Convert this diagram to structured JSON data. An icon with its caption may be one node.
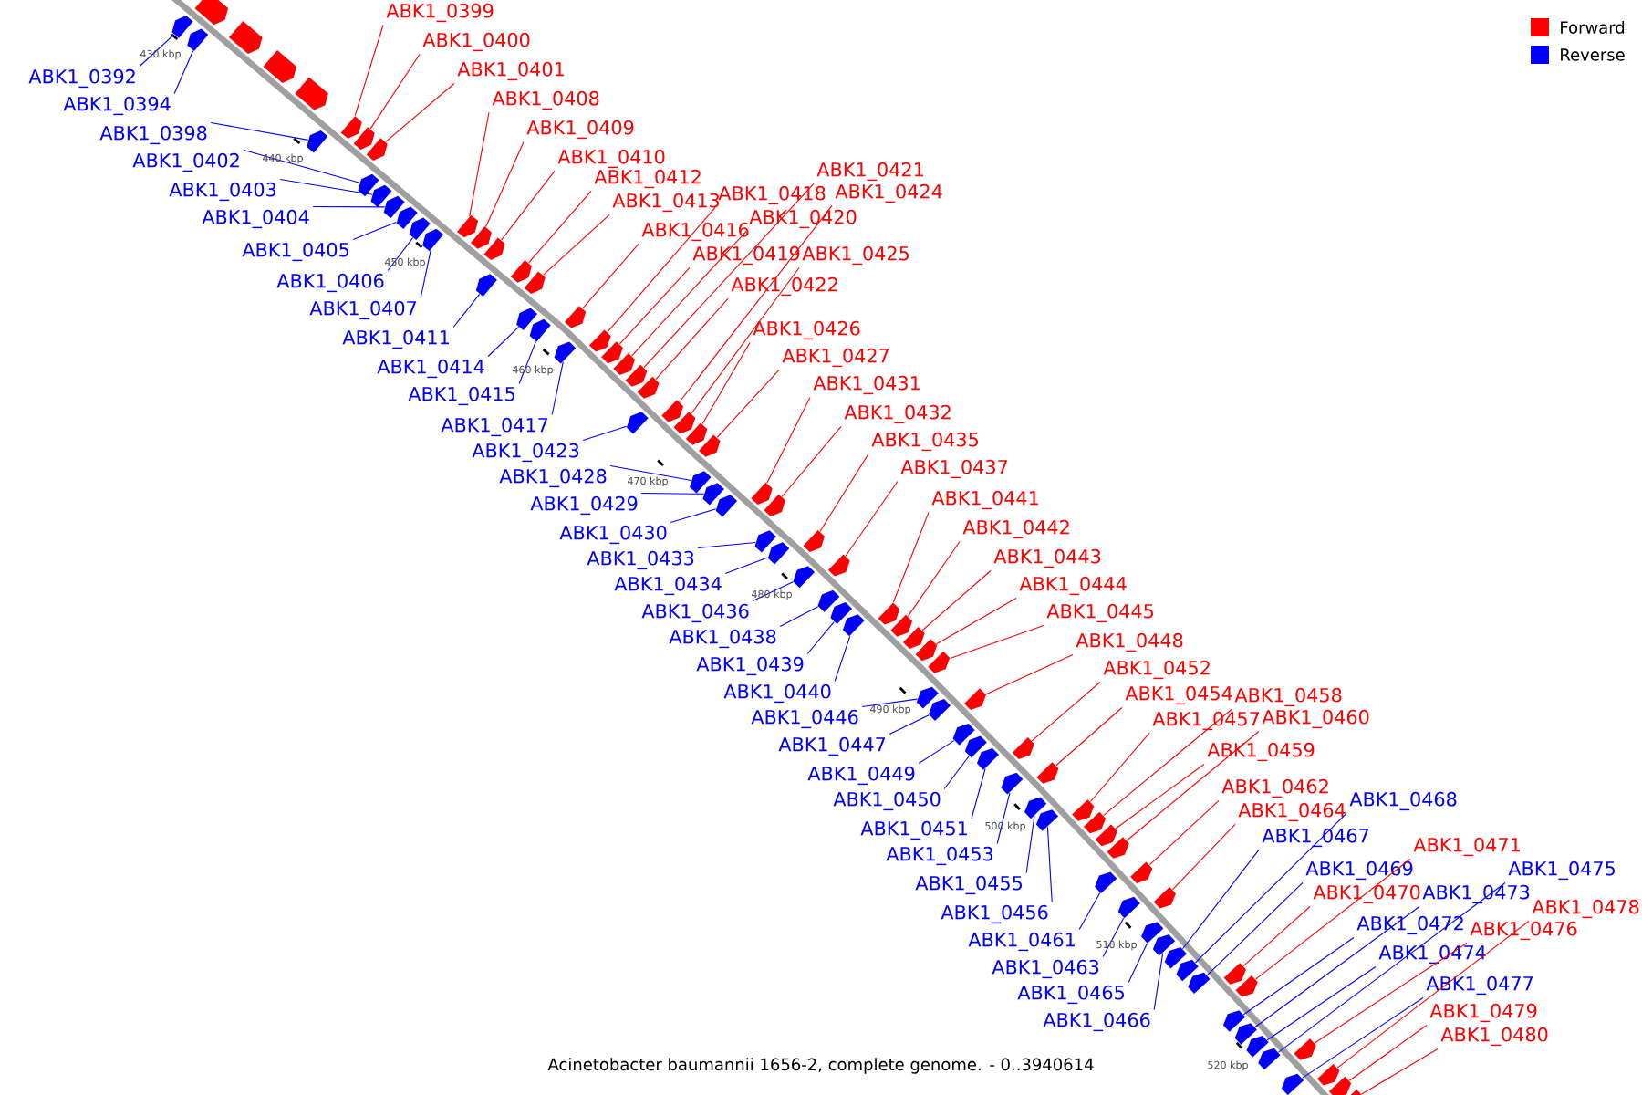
{
  "diagram": {
    "caption": "Acinetobacter baumannii 1656-2, complete genome. - 0..3940614",
    "nodes": [
      {
        "text": [
          "ABK1_0392"
        ]
      },
      {
        "text": [
          "ABK1_0394"
        ]
      },
      {
        "text": [
          "ABK1_0398"
        ]
      },
      {
        "text": [
          "ABK1_0399"
        ]
      },
      {
        "text": [
          "ABK1_0400"
        ]
      },
      {
        "text": [
          "ABK1_0401"
        ]
      },
      {
        "text": [
          "ABK1_0402"
        ]
      },
      {
        "text": [
          "ABK1_0403"
        ]
      },
      {
        "text": [
          "ABK1_0404"
        ]
      },
      {
        "text": [
          "ABK1_0405"
        ]
      },
      {
        "text": [
          "ABK1_0406"
        ]
      },
      {
        "text": [
          "ABK1_0407"
        ]
      },
      {
        "text": [
          "ABK1_0408"
        ]
      },
      {
        "text": [
          "ABK1_0409"
        ]
      },
      {
        "text": [
          "ABK1_0410"
        ]
      },
      {
        "text": [
          "ABK1_0411"
        ]
      },
      {
        "text": [
          "ABK1_0412"
        ]
      },
      {
        "text": [
          "ABK1_0413"
        ]
      },
      {
        "text": [
          "ABK1_0414"
        ]
      },
      {
        "text": [
          "ABK1_0415"
        ]
      },
      {
        "text": [
          "ABK1_0416"
        ]
      },
      {
        "text": [
          "ABK1_0417"
        ]
      },
      {
        "text": [
          "ABK1_0418"
        ]
      },
      {
        "text": [
          "ABK1_0419"
        ]
      },
      {
        "text": [
          "ABK1_0420"
        ]
      },
      {
        "text": [
          "ABK1_0421"
        ]
      },
      {
        "text": [
          "ABK1_0422"
        ]
      },
      {
        "text": [
          "ABK1_0423"
        ]
      },
      {
        "text": [
          "ABK1_0424"
        ]
      },
      {
        "text": [
          "ABK1_0425"
        ]
      },
      {
        "text": [
          "ABK1_0426"
        ]
      },
      {
        "text": [
          "ABK1_0427"
        ]
      },
      {
        "text": [
          "ABK1_0428"
        ]
      },
      {
        "text": [
          "ABK1_0429"
        ]
      },
      {
        "text": [
          "ABK1_0430"
        ]
      },
      {
        "text": [
          "ABK1_0431"
        ]
      },
      {
        "text": [
          "ABK1_0432"
        ]
      },
      {
        "text": [
          "ABK1_0433"
        ]
      },
      {
        "text": [
          "ABK1_0434"
        ]
      },
      {
        "text": [
          "ABK1_0435"
        ]
      },
      {
        "text": [
          "ABK1_0436"
        ]
      },
      {
        "text": [
          "ABK1_0437"
        ]
      },
      {
        "text": [
          "ABK1_0438"
        ]
      },
      {
        "text": [
          "ABK1_0439"
        ]
      },
      {
        "text": [
          "ABK1_0440"
        ]
      },
      {
        "text": [
          "ABK1_0441"
        ]
      },
      {
        "text": [
          "ABK1_0442"
        ]
      },
      {
        "text": [
          "ABK1_0443"
        ]
      },
      {
        "text": [
          "ABK1_0444"
        ]
      },
      {
        "text": [
          "ABK1_0445"
        ]
      },
      {
        "text": [
          "ABK1_0446"
        ]
      },
      {
        "text": [
          "ABK1_0447"
        ]
      },
      {
        "text": [
          "ABK1_0448"
        ]
      },
      {
        "text": [
          "ABK1_0449"
        ]
      },
      {
        "text": [
          "ABK1_0450"
        ]
      },
      {
        "text": [
          "ABK1_0451"
        ]
      },
      {
        "text": [
          "ABK1_0452"
        ]
      },
      {
        "text": [
          "ABK1_0453"
        ]
      },
      {
        "text": [
          "ABK1_0454"
        ]
      },
      {
        "text": [
          "ABK1_0455"
        ]
      },
      {
        "text": [
          "ABK1_0456"
        ]
      },
      {
        "text": [
          "ABK1_0457"
        ]
      },
      {
        "text": [
          "ABK1_0458"
        ]
      },
      {
        "text": [
          "ABK1_0459"
        ]
      },
      {
        "text": [
          "ABK1_0460"
        ]
      },
      {
        "text": [
          "ABK1_0461"
        ]
      },
      {
        "text": [
          "ABK1_0462"
        ]
      },
      {
        "text": [
          "ABK1_0463"
        ]
      },
      {
        "text": [
          "ABK1_0464"
        ]
      },
      {
        "text": [
          "ABK1_0465"
        ]
      },
      {
        "text": [
          "ABK1_0466"
        ]
      },
      {
        "text": [
          "ABK1_0467"
        ]
      },
      {
        "text": [
          "ABK1_0468"
        ]
      },
      {
        "text": [
          "ABK1_0469"
        ]
      },
      {
        "text": [
          "ABK1_0470"
        ]
      },
      {
        "text": [
          "ABK1_0471"
        ]
      },
      {
        "text": [
          "ABK1_0472"
        ]
      },
      {
        "text": [
          "ABK1_0473"
        ]
      },
      {
        "text": [
          "ABK1_0474"
        ]
      },
      {
        "text": [
          "ABK1_0475"
        ]
      },
      {
        "text": [
          "ABK1_0476"
        ]
      },
      {
        "text": [
          "ABK1_0477"
        ]
      },
      {
        "text": [
          "ABK1_0478"
        ]
      },
      {
        "text": [
          "ABK1_0479"
        ]
      },
      {
        "text": [
          "ABK1_0480"
        ]
      },
      {
        "text": [],
        "shape": "arrow"
      },
      {
        "text": [],
        "shape": "arrow"
      },
      {
        "text": [],
        "shape": "arrow"
      },
      {
        "text": [],
        "shape": "arrow"
      },
      {
        "text": [],
        "shape": "arrow"
      },
      {
        "text": [],
        "shape": "arrow"
      },
      {
        "text": [],
        "shape": "arrow"
      },
      {
        "text": [],
        "shape": "arrow"
      },
      {
        "text": [],
        "shape": "arrow"
      },
      {
        "text": [],
        "shape": "arrow"
      },
      {
        "text": [],
        "shape": "arrow"
      },
      {
        "text": [],
        "shape": "arrow"
      },
      {
        "text": [],
        "shape": "arrow"
      },
      {
        "text": [],
        "shape": "arrow"
      },
      {
        "text": [],
        "shape": "arrow"
      },
      {
        "text": [],
        "shape": "arrow"
      },
      {
        "text": [],
        "shape": "arrow"
      },
      {
        "text": [],
        "shape": "arrow"
      },
      {
        "text": [],
        "shape": "arrow"
      },
      {
        "text": [],
        "shape": "arrow"
      },
      {
        "text": [],
        "shape": "arrow"
      },
      {
        "text": [],
        "shape": "arrow"
      },
      {
        "text": [],
        "shape": "arrow"
      },
      {
        "text": [],
        "shape": "arrow"
      },
      {
        "text": [],
        "shape": "arrow"
      },
      {
        "text": [],
        "shape": "arrow"
      },
      {
        "text": [],
        "shape": "arrow"
      },
      {
        "text": [],
        "shape": "arrow"
      },
      {
        "text": [],
        "shape": "arrow"
      },
      {
        "text": [],
        "shape": "arrow"
      },
      {
        "text": [],
        "shape": "arrow"
      },
      {
        "text": [],
        "shape": "arrow"
      },
      {
        "text": [],
        "shape": "arrow"
      },
      {
        "text": [],
        "shape": "arrow"
      },
      {
        "text": [],
        "shape": "arrow"
      },
      {
        "text": [],
        "shape": "arrow"
      },
      {
        "text": [],
        "shape": "arrow"
      },
      {
        "text": [],
        "shape": "arrow"
      },
      {
        "text": [],
        "shape": "arrow"
      },
      {
        "text": [],
        "shape": "arrow"
      },
      {
        "text": [],
        "shape": "arrow"
      },
      {
        "text": [],
        "shape": "arrow"
      },
      {
        "text": [],
        "shape": "arrow"
      },
      {
        "text": [],
        "shape": "arrow"
      },
      {
        "text": [],
        "shape": "arrow"
      },
      {
        "text": [],
        "shape": "arrow"
      },
      {
        "text": [],
        "shape": "arrow"
      },
      {
        "text": [],
        "shape": "arrow"
      },
      {
        "text": [],
        "shape": "arrow"
      },
      {
        "text": [],
        "shape": "arrow"
      },
      {
        "text": [],
        "shape": "arrow"
      },
      {
        "text": [],
        "shape": "arrow"
      },
      {
        "text": [],
        "shape": "arrow"
      },
      {
        "text": [],
        "shape": "arrow"
      },
      {
        "text": [],
        "shape": "arrow"
      },
      {
        "text": [],
        "shape": "arrow"
      },
      {
        "text": [],
        "shape": "arrow"
      },
      {
        "text": [],
        "shape": "arrow"
      },
      {
        "text": [],
        "shape": "arrow"
      },
      {
        "text": [],
        "shape": "arrow"
      },
      {
        "text": [],
        "shape": "arrow"
      },
      {
        "text": [],
        "shape": "arrow"
      },
      {
        "text": [],
        "shape": "arrow"
      },
      {
        "text": [],
        "shape": "arrow"
      },
      {
        "text": [],
        "shape": "arrow"
      },
      {
        "text": [],
        "shape": "arrow"
      },
      {
        "text": [],
        "shape": "arrow"
      },
      {
        "text": [],
        "shape": "arrow"
      },
      {
        "text": [],
        "shape": "arrow"
      },
      {
        "text": [],
        "shape": "arrow"
      },
      {
        "text": [],
        "shape": "arrow"
      },
      {
        "text": [],
        "shape": "arrow"
      },
      {
        "text": [],
        "shape": "arrow"
      },
      {
        "text": [],
        "shape": "arrow"
      },
      {
        "text": [],
        "shape": "arrow"
      },
      {
        "text": [],
        "shape": "arrow"
      },
      {
        "text": [],
        "shape": "arrow"
      },
      {
        "text": [],
        "shape": "arrow"
      },
      {
        "text": [],
        "shape": "arrow"
      },
      {
        "text": [],
        "shape": "arrow"
      },
      {
        "text": [],
        "shape": "arrow"
      },
      {
        "text": [],
        "shape": "arrow"
      },
      {
        "text": [],
        "shape": "arrow"
      },
      {
        "text": [],
        "shape": "arrow"
      },
      {
        "text": [],
        "shape": "arrow"
      },
      {
        "text": [],
        "shape": "arrow"
      },
      {
        "text": [],
        "shape": "arrow"
      },
      {
        "text": [],
        "shape": "arrow"
      },
      {
        "text": [],
        "shape": "arrow"
      }
    ],
    "edges": [
      {
        "from": 0,
        "to": 85,
        "arrow": "none",
        "color": "#0000ff"
      },
      {
        "from": 1,
        "to": 86,
        "arrow": "none",
        "color": "#0000ff"
      },
      {
        "from": 2,
        "to": 87,
        "arrow": "none",
        "color": "#0000ff"
      },
      {
        "from": 3,
        "to": 88,
        "arrow": "none",
        "color": "#ff0000"
      },
      {
        "from": 4,
        "to": 89,
        "arrow": "none",
        "color": "#ff0000"
      },
      {
        "from": 5,
        "to": 90,
        "arrow": "none",
        "color": "#ff0000"
      },
      {
        "from": 6,
        "to": 91,
        "arrow": "none",
        "color": "#0000ff"
      },
      {
        "from": 7,
        "to": 92,
        "arrow": "none",
        "color": "#0000ff"
      },
      {
        "from": 8,
        "to": 93,
        "arrow": "none",
        "color": "#0000ff"
      },
      {
        "from": 9,
        "to": 94,
        "arrow": "none",
        "color": "#0000ff"
      },
      {
        "from": 10,
        "to": 95,
        "arrow": "none",
        "color": "#0000ff"
      },
      {
        "from": 11,
        "to": 96,
        "arrow": "none",
        "color": "#0000ff"
      },
      {
        "from": 12,
        "to": 97,
        "arrow": "none",
        "color": "#ff0000"
      },
      {
        "from": 13,
        "to": 98,
        "arrow": "none",
        "color": "#ff0000"
      },
      {
        "from": 14,
        "to": 99,
        "arrow": "none",
        "color": "#ff0000"
      },
      {
        "from": 15,
        "to": 100,
        "arrow": "none",
        "color": "#0000ff"
      },
      {
        "from": 16,
        "to": 101,
        "arrow": "none",
        "color": "#ff0000"
      },
      {
        "from": 17,
        "to": 102,
        "arrow": "none",
        "color": "#ff0000"
      },
      {
        "from": 18,
        "to": 103,
        "arrow": "none",
        "color": "#0000ff"
      },
      {
        "from": 19,
        "to": 104,
        "arrow": "none",
        "color": "#0000ff"
      },
      {
        "from": 20,
        "to": 105,
        "arrow": "none",
        "color": "#ff0000"
      },
      {
        "from": 21,
        "to": 106,
        "arrow": "none",
        "color": "#0000ff"
      },
      {
        "from": 22,
        "to": 107,
        "arrow": "none",
        "color": "#ff0000"
      },
      {
        "from": 23,
        "to": 108,
        "arrow": "none",
        "color": "#ff0000"
      },
      {
        "from": 24,
        "to": 109,
        "arrow": "none",
        "color": "#ff0000"
      },
      {
        "from": 25,
        "to": 110,
        "arrow": "none",
        "color": "#ff0000"
      },
      {
        "from": 26,
        "to": 111,
        "arrow": "none",
        "color": "#ff0000"
      },
      {
        "from": 27,
        "to": 112,
        "arrow": "none",
        "color": "#0000ff"
      },
      {
        "from": 28,
        "to": 113,
        "arrow": "none",
        "color": "#ff0000"
      },
      {
        "from": 29,
        "to": 114,
        "arrow": "none",
        "color": "#ff0000"
      },
      {
        "from": 30,
        "to": 115,
        "arrow": "none",
        "color": "#ff0000"
      },
      {
        "from": 31,
        "to": 116,
        "arrow": "none",
        "color": "#ff0000"
      },
      {
        "from": 32,
        "to": 117,
        "arrow": "none",
        "color": "#0000ff"
      },
      {
        "from": 33,
        "to": 118,
        "arrow": "none",
        "color": "#0000ff"
      },
      {
        "from": 34,
        "to": 119,
        "arrow": "none",
        "color": "#0000ff"
      },
      {
        "from": 35,
        "to": 120,
        "arrow": "none",
        "color": "#ff0000"
      },
      {
        "from": 36,
        "to": 121,
        "arrow": "none",
        "color": "#ff0000"
      },
      {
        "from": 37,
        "to": 122,
        "arrow": "none",
        "color": "#0000ff"
      },
      {
        "from": 38,
        "to": 123,
        "arrow": "none",
        "color": "#0000ff"
      },
      {
        "from": 39,
        "to": 124,
        "arrow": "none",
        "color": "#ff0000"
      },
      {
        "from": 40,
        "to": 125,
        "arrow": "none",
        "color": "#0000ff"
      },
      {
        "from": 41,
        "to": 126,
        "arrow": "none",
        "color": "#ff0000"
      },
      {
        "from": 42,
        "to": 127,
        "arrow": "none",
        "color": "#0000ff"
      },
      {
        "from": 43,
        "to": 128,
        "arrow": "none",
        "color": "#0000ff"
      },
      {
        "from": 44,
        "to": 129,
        "arrow": "none",
        "color": "#0000ff"
      },
      {
        "from": 45,
        "to": 130,
        "arrow": "none",
        "color": "#ff0000"
      },
      {
        "from": 46,
        "to": 131,
        "arrow": "none",
        "color": "#ff0000"
      },
      {
        "from": 47,
        "to": 132,
        "arrow": "none",
        "color": "#ff0000"
      },
      {
        "from": 48,
        "to": 133,
        "arrow": "none",
        "color": "#ff0000"
      },
      {
        "from": 49,
        "to": 134,
        "arrow": "none",
        "color": "#ff0000"
      },
      {
        "from": 50,
        "to": 135,
        "arrow": "none",
        "color": "#0000ff"
      },
      {
        "from": 51,
        "to": 136,
        "arrow": "none",
        "color": "#0000ff"
      },
      {
        "from": 52,
        "to": 137,
        "arrow": "none",
        "color": "#ff0000"
      },
      {
        "from": 53,
        "to": 138,
        "arrow": "none",
        "color": "#0000ff"
      },
      {
        "from": 54,
        "to": 139,
        "arrow": "none",
        "color": "#0000ff"
      },
      {
        "from": 55,
        "to": 140,
        "arrow": "none",
        "color": "#0000ff"
      },
      {
        "from": 56,
        "to": 141,
        "arrow": "none",
        "color": "#ff0000"
      },
      {
        "from": 57,
        "to": 142,
        "arrow": "none",
        "color": "#0000ff"
      },
      {
        "from": 58,
        "to": 143,
        "arrow": "none",
        "color": "#ff0000"
      },
      {
        "from": 59,
        "to": 144,
        "arrow": "none",
        "color": "#0000ff"
      },
      {
        "from": 60,
        "to": 145,
        "arrow": "none",
        "color": "#0000ff"
      },
      {
        "from": 61,
        "to": 146,
        "arrow": "none",
        "color": "#ff0000"
      },
      {
        "from": 62,
        "to": 147,
        "arrow": "none",
        "color": "#ff0000"
      },
      {
        "from": 63,
        "to": 148,
        "arrow": "none",
        "color": "#ff0000"
      },
      {
        "from": 64,
        "to": 149,
        "arrow": "none",
        "color": "#ff0000"
      },
      {
        "from": 65,
        "to": 150,
        "arrow": "none",
        "color": "#0000ff"
      },
      {
        "from": 66,
        "to": 151,
        "arrow": "none",
        "color": "#ff0000"
      },
      {
        "from": 67,
        "to": 152,
        "arrow": "none",
        "color": "#0000ff"
      },
      {
        "from": 68,
        "to": 153,
        "arrow": "none",
        "color": "#ff0000"
      },
      {
        "from": 69,
        "to": 154,
        "arrow": "none",
        "color": "#0000ff"
      },
      {
        "from": 70,
        "to": 155,
        "arrow": "none",
        "color": "#0000ff"
      },
      {
        "from": 71,
        "to": 156,
        "arrow": "none",
        "color": "#0000ff"
      },
      {
        "from": 72,
        "to": 157,
        "arrow": "none",
        "color": "#0000ff"
      },
      {
        "from": 73,
        "to": 158,
        "arrow": "none",
        "color": "#0000ff"
      },
      {
        "from": 74,
        "to": 159,
        "arrow": "none",
        "color": "#ff0000"
      },
      {
        "from": 75,
        "to": 160,
        "arrow": "none",
        "color": "#ff0000"
      },
      {
        "from": 76,
        "to": 161,
        "arrow": "none",
        "color": "#0000ff"
      },
      {
        "from": 77,
        "to": 162,
        "arrow": "none",
        "color": "#0000ff"
      },
      {
        "from": 78,
        "to": 163,
        "arrow": "none",
        "color": "#0000ff"
      },
      {
        "from": 79,
        "to": 164,
        "arrow": "none",
        "color": "#0000ff"
      },
      {
        "from": 80,
        "to": 165,
        "arrow": "none",
        "color": "#ff0000"
      },
      {
        "from": 81,
        "to": 166,
        "arrow": "none",
        "color": "#0000ff"
      },
      {
        "from": 82,
        "to": 167,
        "arrow": "none",
        "color": "#ff0000"
      },
      {
        "from": 83,
        "to": 168,
        "arrow": "none",
        "color": "#ff0000"
      },
      {
        "from": 84,
        "to": 169,
        "arrow": "none",
        "color": "#ff0000"
      }
    ],
    "labels": [
      "430 kbp",
      "440 kbp",
      "450 kbp",
      "460 kbp",
      "470 kbp",
      "480 kbp",
      "490 kbp",
      "500 kbp",
      "510 kbp",
      "520 kbp"
    ],
    "legend": [
      {
        "text": "Forward",
        "color": "#ff0000"
      },
      {
        "text": "Reverse",
        "color": "#0000ff"
      }
    ]
  }
}
